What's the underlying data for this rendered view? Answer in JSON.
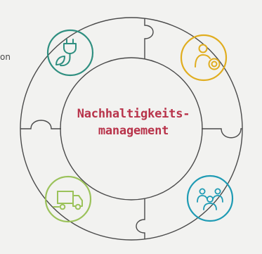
{
  "side_text": "on",
  "center": {
    "line1": "Nachhaltigkeits-",
    "line2": "management"
  },
  "colors": {
    "background": "#f2f2f0",
    "outline": "#4a4a4a",
    "title": "#b8334a",
    "energy": "#2f8f80",
    "social": "#e0ad1f",
    "logistics": "#9bc25a",
    "team": "#1f9bb4"
  },
  "icons": {
    "energy": "plug-leaf-icon",
    "social": "person-circle-icon",
    "logistics": "truck-icon",
    "team": "people-group-icon"
  }
}
